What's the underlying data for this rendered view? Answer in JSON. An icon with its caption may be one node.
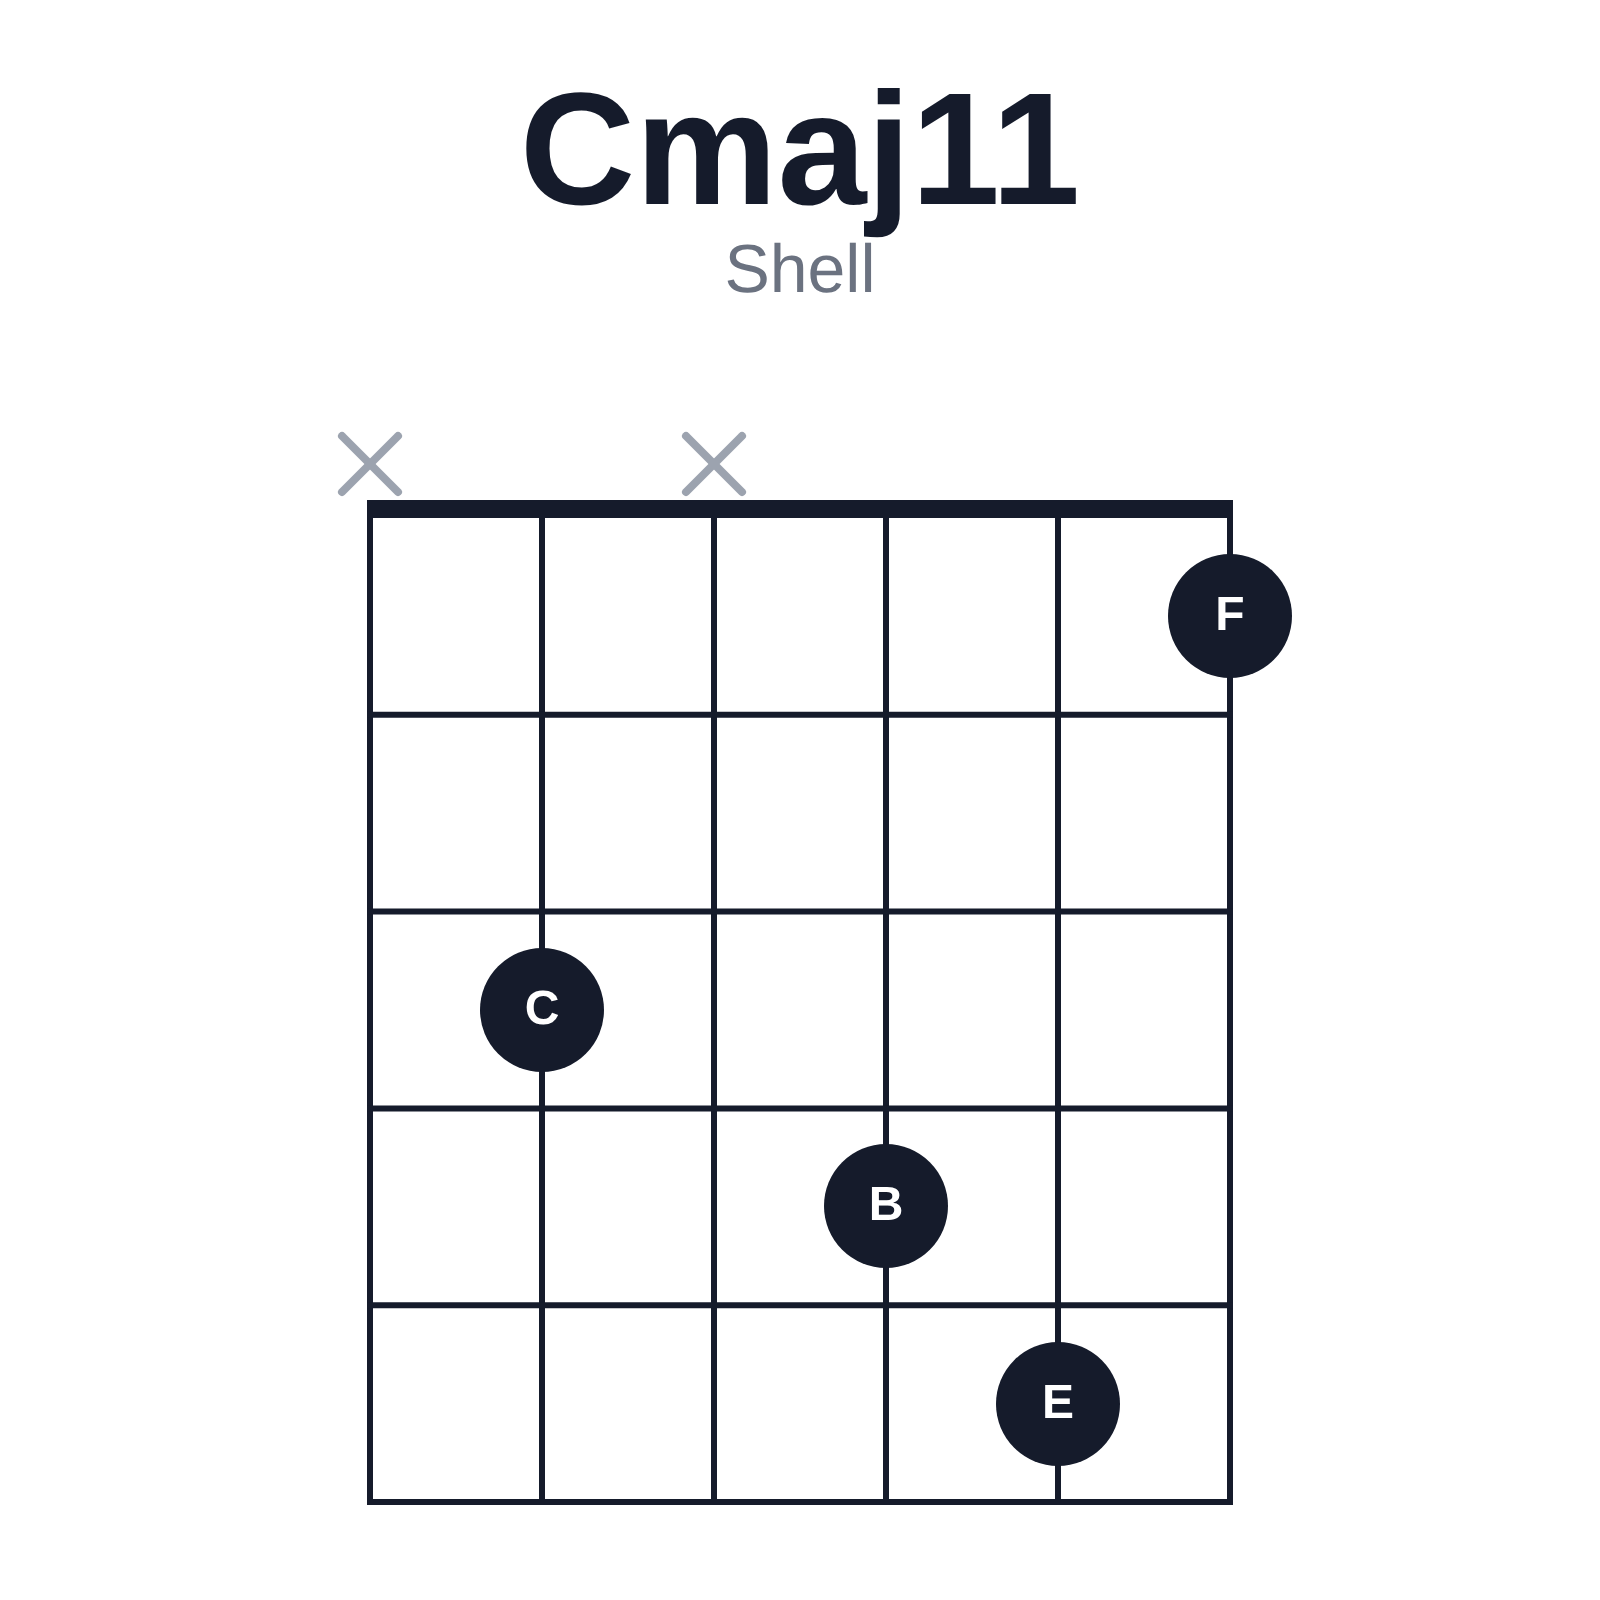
{
  "diagram": {
    "title": "Cmaj11",
    "nodes": [
      {
        "text": [
          "F"
        ]
      },
      {
        "text": [
          "C"
        ]
      },
      {
        "text": [
          "B"
        ]
      },
      {
        "text": [
          "E"
        ]
      }
    ],
    "labels": [
      "Shell"
    ]
  }
}
